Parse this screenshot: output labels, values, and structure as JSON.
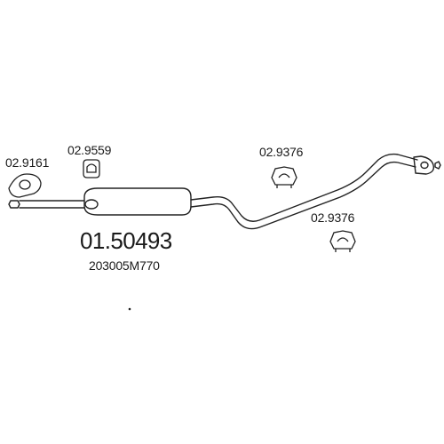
{
  "diagram": {
    "main_part_number": "01.50493",
    "oe_number": "203005M770",
    "parts": [
      {
        "name": "flange-gasket",
        "number": "02.9161"
      },
      {
        "name": "rubber-mount-front",
        "number": "02.9559"
      },
      {
        "name": "rubber-mount-middle",
        "number": "02.9376"
      },
      {
        "name": "rubber-mount-rear",
        "number": "02.9376"
      }
    ]
  },
  "colors": {
    "line": "#222222",
    "text": "#1a1a1a",
    "background": "#ffffff"
  }
}
